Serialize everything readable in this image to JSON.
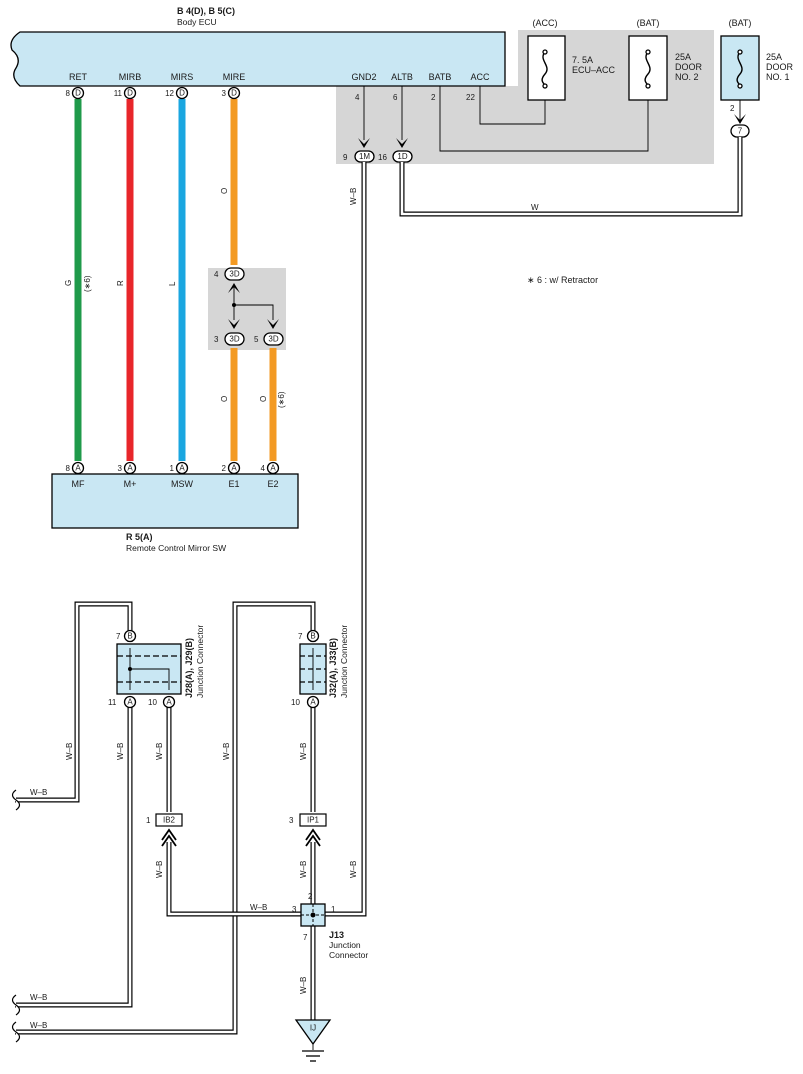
{
  "ecu": {
    "title": "B 4(D), B 5(C)",
    "name": "Body ECU",
    "pins": [
      {
        "label": "RET",
        "num": "8",
        "code": "D"
      },
      {
        "label": "MIRB",
        "num": "11",
        "code": "D"
      },
      {
        "label": "MIRS",
        "num": "12",
        "code": "D"
      },
      {
        "label": "MIRE",
        "num": "3",
        "code": "D"
      },
      {
        "label": "GND2",
        "num": "4"
      },
      {
        "label": "ALTB",
        "num": "6"
      },
      {
        "label": "BATB",
        "num": "2"
      },
      {
        "label": "ACC",
        "num": "22"
      }
    ]
  },
  "fuses": [
    {
      "header": "(ACC)",
      "rating": "7. 5A",
      "name": "ECU–ACC"
    },
    {
      "header": "(BAT)",
      "rating": "25A",
      "line2": "DOOR",
      "line3": "NO. 2"
    },
    {
      "header": "(BAT)",
      "rating": "25A",
      "line2": "DOOR",
      "line3": "NO. 1"
    }
  ],
  "connectors": {
    "gnd_1m": {
      "num": "9",
      "code": "1M"
    },
    "altb_1d": {
      "num": "16",
      "code": "1D"
    },
    "fuse_7": {
      "num": "2",
      "code": "7"
    },
    "j3d_top": {
      "num": "4",
      "code": "3D"
    },
    "j3d_left": {
      "num": "3",
      "code": "3D"
    },
    "j3d_right": {
      "num": "5",
      "code": "3D"
    }
  },
  "wire_colors": {
    "ret": "G",
    "ret_note": "(∗6)",
    "mirb": "R",
    "mirs": "L",
    "mire": "O",
    "e1": "O",
    "e2": "O",
    "e2_note": "(∗6)",
    "batt": "W",
    "gnd": "W–B"
  },
  "note": "∗ 6 : w/ Retractor",
  "switch": {
    "title": "R 5(A)",
    "name": "Remote Control Mirror SW",
    "pins": [
      {
        "label": "MF",
        "num": "8",
        "code": "A"
      },
      {
        "label": "M+",
        "num": "3",
        "code": "A"
      },
      {
        "label": "MSW",
        "num": "1",
        "code": "A"
      },
      {
        "label": "E1",
        "num": "2",
        "code": "A"
      },
      {
        "label": "E2",
        "num": "4",
        "code": "A"
      }
    ]
  },
  "j28": {
    "title": "J28(A), J29(B)",
    "name": "Junction Connector",
    "top": {
      "num": "7",
      "code": "B"
    },
    "b1": {
      "num": "11",
      "code": "A"
    },
    "b2": {
      "num": "10",
      "code": "A"
    }
  },
  "j32": {
    "title": "J32(A), J33(B)",
    "name": "Junction Connector",
    "top": {
      "num": "7",
      "code": "B"
    },
    "b1": {
      "num": "10",
      "code": "A"
    }
  },
  "ib2": {
    "num": "1",
    "code": "IB2"
  },
  "ip1": {
    "num": "3",
    "code": "IP1"
  },
  "j13": {
    "title": "J13",
    "l1": "Junction",
    "l2": "Connector",
    "p2": "2",
    "p3": "3",
    "p1": "1",
    "p7": "7"
  },
  "ground": {
    "code": "IJ"
  },
  "colors": {
    "green": "#1f9a4a",
    "red": "#e8262a",
    "blue": "#1aa6e0",
    "orange": "#f39a23",
    "box": "#c9e7f3",
    "shade": "#d6d6d6"
  }
}
